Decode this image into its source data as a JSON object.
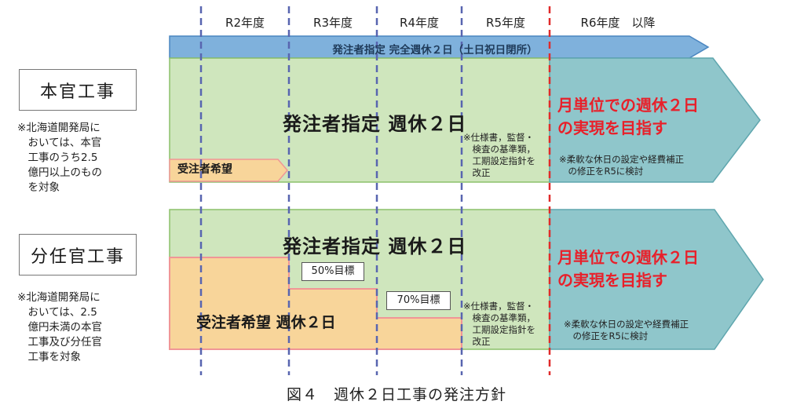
{
  "years": [
    "R2年度",
    "R3年度",
    "R4年度",
    "R5年度",
    "R6年度　以降"
  ],
  "strip": {
    "text": "発注者指定 完全週休２日（土日祝日閉所）"
  },
  "honkan": {
    "label": "本官工事",
    "note": "※北海道開発局に\n　おいては、本官\n　工事のうち2.5\n　億円以上のもの\n　を対象",
    "main": "発注者指定 週休２日",
    "contractor": "受注者希望",
    "spec_note": "※仕様書，監督・\n　検査の基準類，\n　工期設定指針を\n　改正",
    "goal": "月単位での週休２日\nの実現を目指す",
    "goal_note": "※柔軟な休日の設定や経費補正\n　の修正をR5に検討"
  },
  "bunnin": {
    "label": "分任官工事",
    "note": "※北海道開発局に\n　おいては、2.5\n　億円未満の本官\n　工事及び分任官\n　工事を対象",
    "main": "発注者指定 週休２日",
    "contractor": "受注者希望 週休２日",
    "target_50": "50%目標",
    "target_70": "70%目標",
    "spec_note": "※仕様書，監督・\n　検査の基準類，\n　工期設定指針を\n　改正",
    "goal": "月単位での週休２日\nの実現を目指す",
    "goal_note": "※柔軟な休日の設定や経費補正\n　の修正をR5に検討"
  },
  "caption": "図４　週休２日工事の発注方針",
  "colors": {
    "strip_blue": "#7fb1dc",
    "green": "#cfe6bd",
    "teal": "#8fc6cb",
    "orange": "#f8d59a",
    "pink_border": "#f09696",
    "dashed_blue": "#5865b0",
    "dashed_red": "#e02a2a",
    "goal_red": "#e8202a"
  }
}
